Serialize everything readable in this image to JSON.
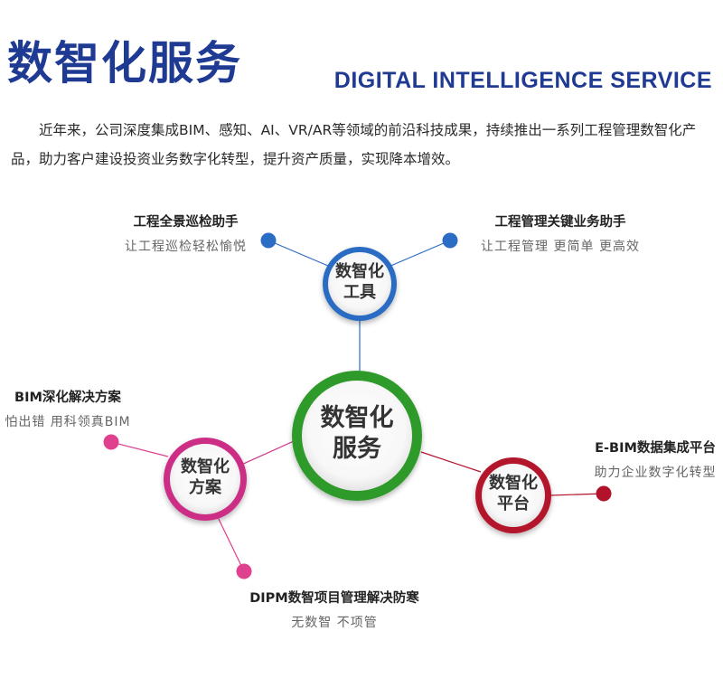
{
  "header": {
    "title_cn": "数智化服务",
    "title_en": "DIGITAL INTELLIGENCE SERVICE",
    "intro": "近年来，公司深度集成BIM、感知、AI、VR/AR等领域的前沿科技成果，持续推出一系列工程管理数智化产品，助力客户建设投资业务数字化转型，提升资产质量，实现降本增效。"
  },
  "diagram": {
    "center": {
      "label": "数智化\n服务",
      "color": "#2f9a2a"
    },
    "nodes": [
      {
        "id": "tools",
        "label": "数智化\n工具",
        "color": "#2b6cc4"
      },
      {
        "id": "solution",
        "label": "数智化\n方案",
        "color": "#cc2f86"
      },
      {
        "id": "platform",
        "label": "数智化\n平台",
        "color": "#b3132a"
      }
    ],
    "items": [
      {
        "title": "工程全景巡检助手",
        "subtitle": "让工程巡检轻松愉悦",
        "color": "#2b6cc4"
      },
      {
        "title": "工程管理关键业务助手",
        "subtitle": "让工程管理 更简单 更高效",
        "color": "#2b6cc4"
      },
      {
        "title": "BIM深化解决方案",
        "subtitle": "怕出错 用科领真BIM",
        "color": "#e0418f"
      },
      {
        "title": "DIPM数智项目管理解决防寒",
        "subtitle": "无数智 不项管",
        "color": "#e0418f"
      },
      {
        "title": "E-BIM数据集成平台",
        "subtitle": "助力企业数字化转型",
        "color": "#b3132a"
      }
    ]
  }
}
